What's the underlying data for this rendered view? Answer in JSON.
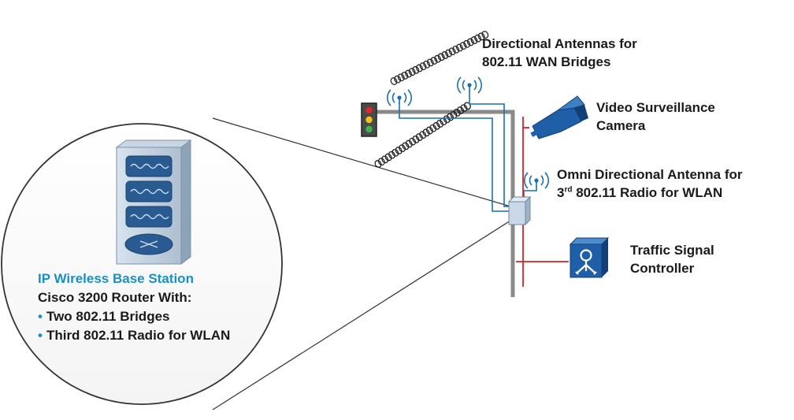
{
  "labels": {
    "directional_line1": "Directional Antennas for",
    "directional_line2": "802.11 WAN Bridges",
    "camera_line1": "Video Surveillance",
    "camera_line2": "Camera",
    "omni_line1": "Omni Directional Antenna for",
    "omni_line2_prefix": "3",
    "omni_line2_sup": "rd",
    "omni_line2_rest": " 802.11 Radio for WLAN",
    "traffic_line1": "Traffic Signal",
    "traffic_line2": "Controller"
  },
  "base_station": {
    "title": "IP Wireless Base Station",
    "subtitle": "Cisco 3200 Router With:",
    "bullets": [
      "Two 802.11 Bridges",
      "Third 802.11 Radio for WLAN"
    ]
  },
  "colors": {
    "title_blue": "#1b8fbf",
    "cable_blue": "#1b6fb0",
    "cable_red": "#d2232a",
    "pole_gray": "#8a8a8a"
  },
  "icons": [
    "traffic-light-icon",
    "antenna-icon",
    "camera-icon",
    "router-tower-icon",
    "controller-icon"
  ]
}
